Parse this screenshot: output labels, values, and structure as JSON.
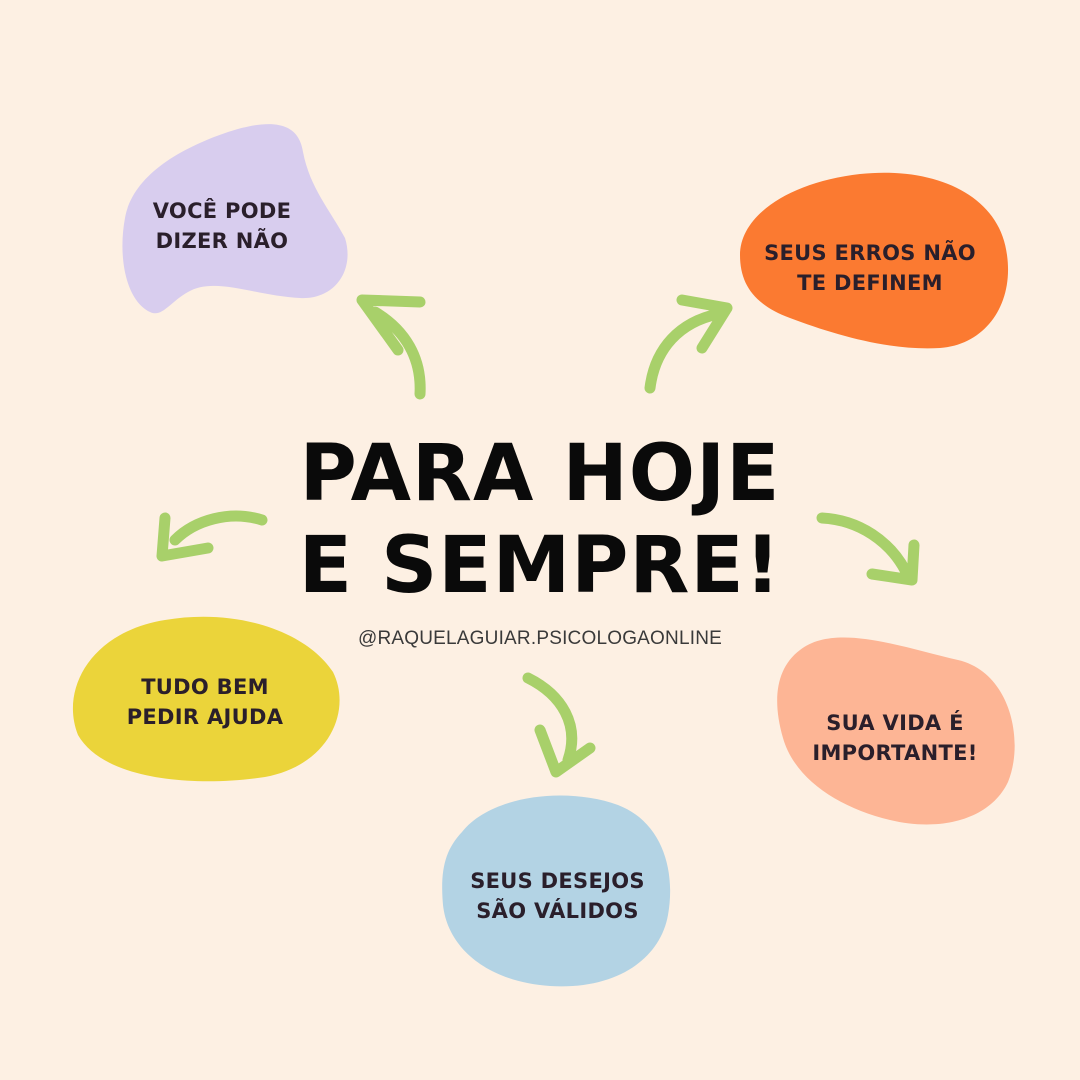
{
  "colors": {
    "background": "#fdf0e3",
    "arrow": "#a8d06a",
    "text": "#2a1f2b",
    "title": "#0a0a0a"
  },
  "title": {
    "line1": "PARA HOJE",
    "line2": "E SEMPRE!"
  },
  "handle": "@RAQUELAGUIAR.PSICOLOGAONLINE",
  "blobs": [
    {
      "id": "blob-voce-pode",
      "color": "#d8cdee",
      "lines": [
        "VOCÊ PODE",
        "DIZER NÃO"
      ]
    },
    {
      "id": "blob-seus-erros",
      "color": "#fb7a31",
      "lines": [
        "SEUS ERROS NÃO",
        "TE DEFINEM"
      ]
    },
    {
      "id": "blob-tudo-bem",
      "color": "#ebd43a",
      "lines": [
        "TUDO BEM",
        "PEDIR AJUDA"
      ]
    },
    {
      "id": "blob-sua-vida",
      "color": "#fdb595",
      "lines": [
        "SUA VIDA É",
        "IMPORTANTE!"
      ]
    },
    {
      "id": "blob-seus-desejos",
      "color": "#b3d3e4",
      "lines": [
        "SEUS DESEJOS",
        "SÃO VÁLIDOS"
      ]
    }
  ]
}
